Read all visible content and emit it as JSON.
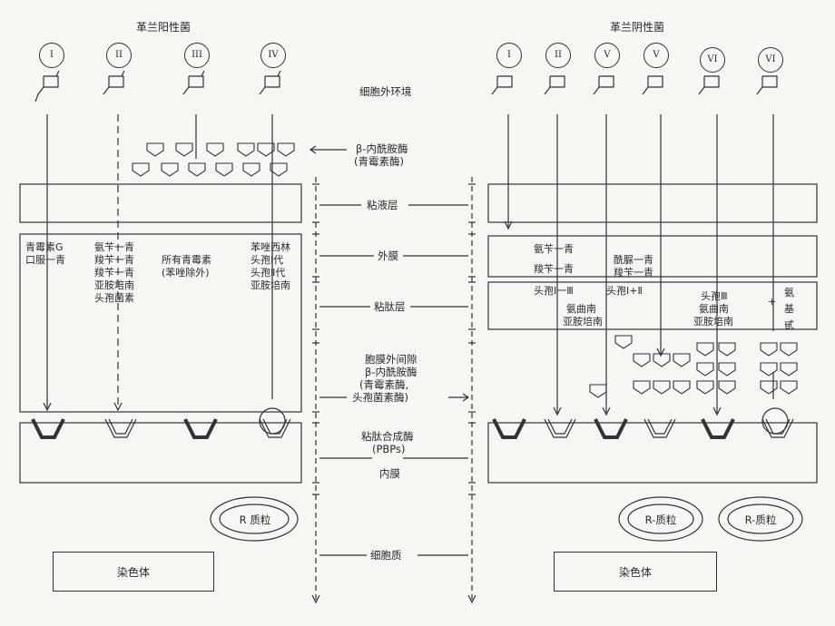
{
  "headers": {
    "gram_positive": "革兰阳性菌",
    "gram_negative": "革兰阴性菌"
  },
  "left_side": {
    "antibiotic_classes": [
      "I",
      "II",
      "III",
      "IV"
    ],
    "drug_group_1": [
      "青霉素G",
      "口服一青"
    ],
    "drug_group_2": [
      "氨苄一青",
      "羧苄一青",
      "羧苄一青",
      "亚胺培南",
      "头孢菌素"
    ],
    "drug_group_3": [
      "所有青霉素",
      "(苯唑除外)"
    ],
    "drug_group_4": [
      "苯唑西林",
      "头孢Ⅰ代",
      "头孢Ⅱ代",
      "亚胺培南"
    ],
    "plasmid": "R 质粒",
    "chromosome": "染色体"
  },
  "right_side": {
    "antibiotic_classes": [
      "I",
      "II",
      "V",
      "V",
      "VI",
      "VI"
    ],
    "outer_membrane_drugs_1": [
      "氨苄一青",
      "羧苄一青",
      "头孢Ⅰ一Ⅲ"
    ],
    "outer_membrane_drugs_2": [
      "酰脲一青",
      "羧苄一青",
      "头孢Ⅰ+Ⅱ"
    ],
    "peptidoglycan_drugs_1": [
      "氨曲南",
      "亚胺培南"
    ],
    "peptidoglycan_drugs_2": [
      "头孢Ⅲ",
      "氨曲南",
      "亚胺培南"
    ],
    "peptidoglycan_drugs_3": [
      "+",
      "氨",
      "基",
      "甙"
    ],
    "plasmid_1": "R-质粒",
    "plasmid_2": "R-质粒",
    "chromosome": "染色体"
  },
  "middle_labels": {
    "extracellular": "细胞外环境",
    "beta_lactamase": [
      "β-内酰胺酶",
      "(青霉素酶)"
    ],
    "mucus_layer": "粘液层",
    "outer_membrane": "外膜",
    "peptidoglycan": "粘肽层",
    "periplasm": [
      "胞膜外间隙",
      "β-内酰胺酶",
      "(青霉素酶,",
      "头孢菌素酶)"
    ],
    "pbp": [
      "粘肽合成酶",
      "(PBPs)"
    ],
    "inner_membrane": "内膜",
    "cytoplasm": "细胞质"
  },
  "colors": {
    "line": "#333333",
    "background": "#f7f6f2"
  }
}
